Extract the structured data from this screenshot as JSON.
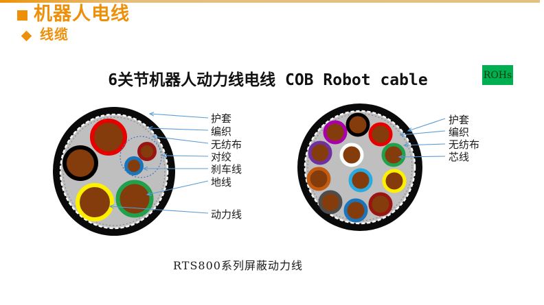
{
  "header": {
    "title": "机器人电线",
    "subtitle": "线缆"
  },
  "main": {
    "title": "6关节机器人动力线电线 COB Robot cable",
    "badge": "ROHs",
    "caption": "RTS800系列屏蔽动力线"
  },
  "left_cable": {
    "labels": {
      "sheath": "护套",
      "braid": "编织",
      "nonwoven": "无纺布",
      "twisted_pair": "对绞",
      "brake_wire": "刹车线",
      "ground_wire": "地线",
      "power_wire": "动力线"
    }
  },
  "right_cable": {
    "labels": {
      "sheath": "护套",
      "braid": "编织",
      "nonwoven": "无纺布",
      "core_wire": "芯线"
    }
  },
  "palette": {
    "accent_orange": "#EE8F0A",
    "badge_green": "#00B050",
    "arrow_blue": "#5B9BD5",
    "jacket_black": "#0A0A0A",
    "filler_gray": "#BFBFBF",
    "conductor_brown": "#843C0C",
    "twist_dotted_blue": "#4472C4",
    "ring_red": "#E60000",
    "ring_black": "#000000",
    "ring_yellow": "#FFF000",
    "ring_green": "#21A14B",
    "ring_dark_red": "#9B1414",
    "ring_blue": "#1B75BB",
    "ring_magenta": "#AA00AA",
    "ring_purple": "#7030A0",
    "ring_white": "#FFFFFF",
    "ring_orange": "#C55A11",
    "ring_cyan": "#29ABE2",
    "ring_gray": "#4D4D4D"
  }
}
